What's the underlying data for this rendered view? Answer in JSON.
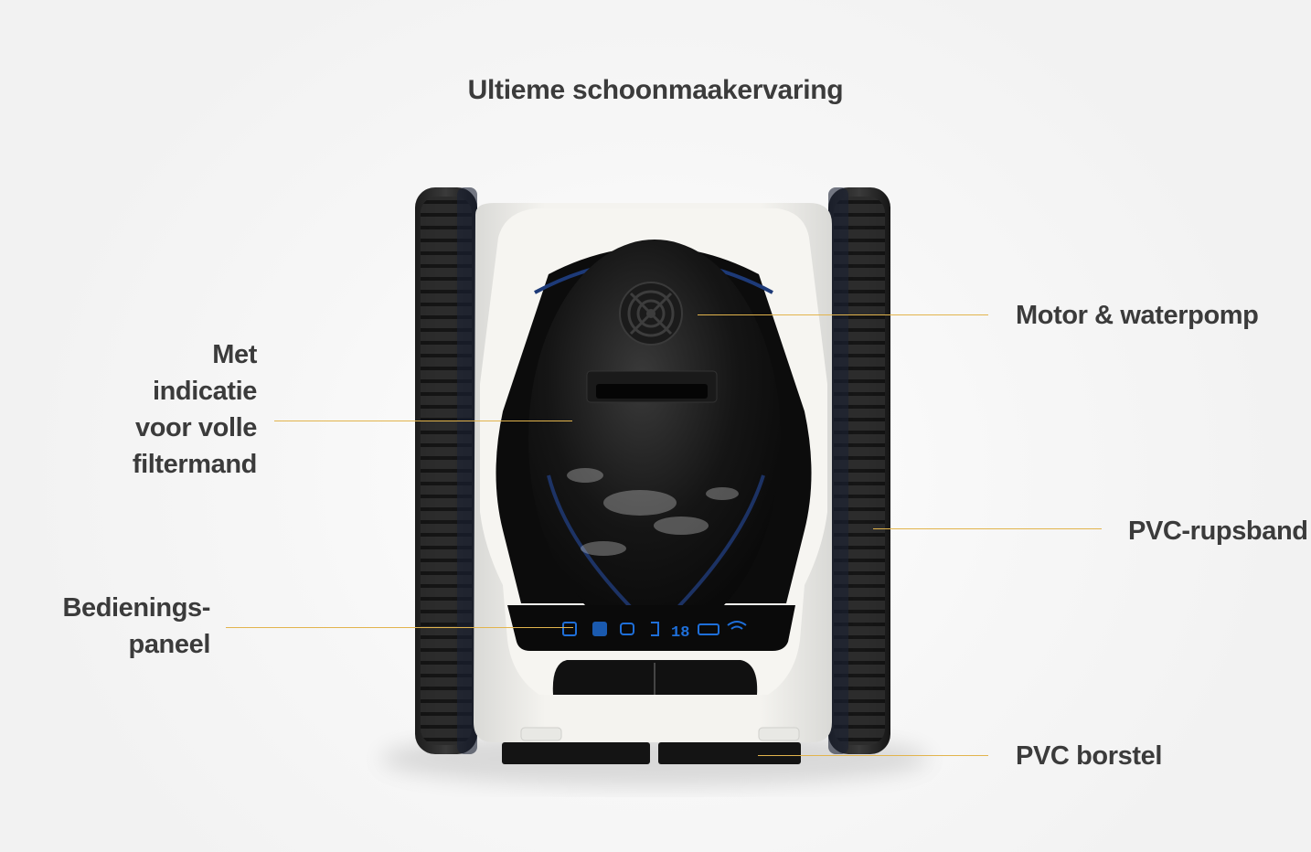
{
  "title": "Ultieme schoonmaakervaring",
  "labels": {
    "motor": "Motor & waterpomp",
    "filter_lines": [
      "Met",
      "indicatie",
      "voor volle",
      "filtermand"
    ],
    "track": "PVC-rupsband",
    "panel_lines": [
      "Bedienings-",
      "paneel"
    ],
    "brush": "PVC borstel"
  },
  "panel_display": {
    "counter": "18"
  },
  "colors": {
    "accent_line": "#e2b44d",
    "text": "#3b3b3b",
    "panel_icons": "#1e6fd9"
  },
  "icons": [
    "fan-grille-icon",
    "filter-icon",
    "mode-icon",
    "cycle-icon",
    "battery-icon",
    "wifi-icon"
  ]
}
